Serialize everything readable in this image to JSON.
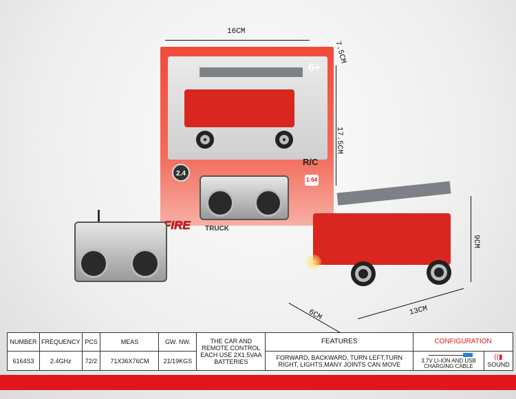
{
  "dimensions": {
    "box_width": "16CM",
    "box_depth": "7.5CM",
    "box_height": "17.5CM",
    "car_height": "9CM",
    "car_width": "6CM",
    "car_length": "13CM"
  },
  "box": {
    "age_badge": "6+",
    "rc_label": "R/C",
    "frequency_badge": "2.4",
    "scale_badge": "1:64",
    "logo_title": "FIRE",
    "logo_subtitle": "TRUCK"
  },
  "colors": {
    "accent": "#e3141b",
    "box_red": "#f24a3a"
  },
  "table": {
    "headers": [
      "NUMBER",
      "FREQUENCY",
      "PCS",
      "MEAS",
      "GW. NW."
    ],
    "battery_note": [
      "THE CAR AND",
      "REMOTE CONTROL",
      "EACH USE 2X1.5VAA",
      "BATTERIES"
    ],
    "features_header": "FEATURES",
    "config_header": "CONFIGURATION",
    "values": [
      "6164S3",
      "2.4GHz",
      "72/2",
      "71X36X76CM",
      "21/19KGS"
    ],
    "features": "FORWARD, BACKWARD, TURN LEFT,TURN RIGHT, LIGHTS,MANY JOINTS CAN MOVE",
    "config_cable": "3.7V LI-ION AND USB CHARGING CABLE",
    "config_sound": "SOUND",
    "icons": {
      "cable": "usb-cable-icon",
      "sound": "speaker-icon"
    }
  }
}
